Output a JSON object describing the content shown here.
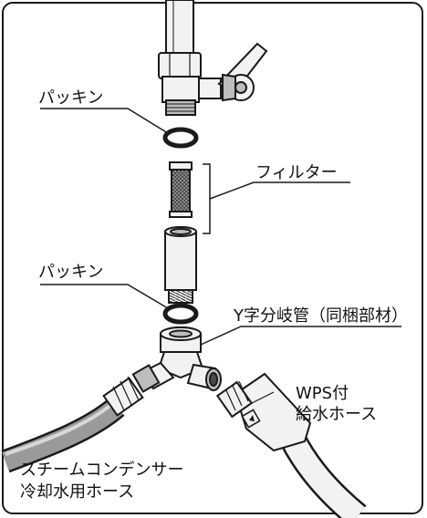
{
  "labels": {
    "packing_top": "パッキン",
    "filter": "フィルター",
    "packing_bottom": "パッキン",
    "y_joint": "Y字分岐管（同梱部材）",
    "wps_hose_line1": "WPS付",
    "wps_hose_line2": "給水ホース",
    "steam_hose_line1": "スチームコンデンサー",
    "steam_hose_line2": "冷却水用ホース"
  },
  "colors": {
    "line": "#1a1a1a",
    "metal": "#f2f2f2",
    "shade": "#bdbdbd",
    "dark": "#4a4a4a"
  }
}
